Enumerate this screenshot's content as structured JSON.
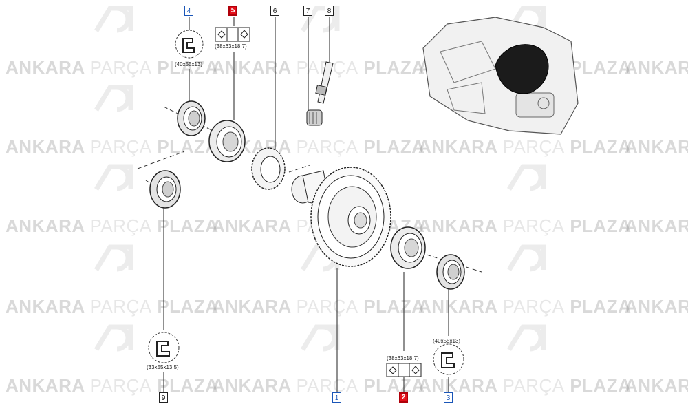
{
  "watermark": {
    "word1": "ANKARA",
    "word2": "PARÇA",
    "word3": "PLAZA",
    "tail": "ANKAR"
  },
  "callouts": [
    {
      "id": "c4",
      "label": "4",
      "style": "blue"
    },
    {
      "id": "c5",
      "label": "5",
      "style": "red"
    },
    {
      "id": "c6",
      "label": "6",
      "style": "plain"
    },
    {
      "id": "c7",
      "label": "7",
      "style": "plain"
    },
    {
      "id": "c8",
      "label": "8",
      "style": "plain"
    },
    {
      "id": "c9",
      "label": "9",
      "style": "plain"
    },
    {
      "id": "c1",
      "label": "1",
      "style": "blue"
    },
    {
      "id": "c2",
      "label": "2",
      "style": "red"
    },
    {
      "id": "c3",
      "label": "3",
      "style": "blue"
    }
  ],
  "dimensions": {
    "seal_4": "(40x55x13)",
    "bearing_5": "(38x63x18,7)",
    "seal_9": "(33x55x13,5)",
    "bearing_2": "(38x63x18,7)",
    "seal_3": "(40x55x13)"
  },
  "colors": {
    "red_callout": "#e3101a",
    "blue_callout": "#1a56b8",
    "line": "#222222"
  }
}
